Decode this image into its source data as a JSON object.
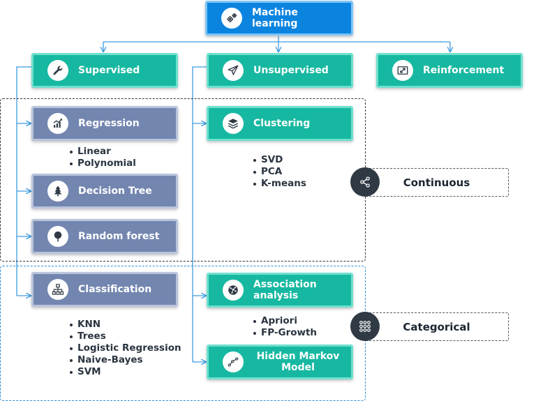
{
  "root": {
    "label": "Machine learning",
    "icon": "gears-icon"
  },
  "categories": {
    "supervised": {
      "label": "Supervised",
      "icon": "wrench-icon"
    },
    "unsupervised": {
      "label": "Unsupervised",
      "icon": "paper-plane-icon"
    },
    "reinforcement": {
      "label": "Reinforcement",
      "icon": "resize-arrows-icon"
    }
  },
  "supervised": {
    "regression": {
      "label": "Regression",
      "icon": "growth-chart-icon",
      "items": [
        "Linear",
        "Polynomial"
      ]
    },
    "decision_tree": {
      "label": "Decision Tree",
      "icon": "pine-tree-icon"
    },
    "random_forest": {
      "label": "Random forest",
      "icon": "round-tree-icon"
    },
    "classification": {
      "label": "Classification",
      "icon": "hierarchy-icon",
      "items": [
        "KNN",
        "Trees",
        "Logistic Regression",
        "Naive-Bayes",
        "SVM"
      ]
    }
  },
  "unsupervised": {
    "clustering": {
      "label": "Clustering",
      "icon": "layers-icon",
      "items": [
        "SVD",
        "PCA",
        "K-means"
      ]
    },
    "association": {
      "label": "Association analysis",
      "icon": "globe-network-icon",
      "items": [
        "Apriori",
        "FP-Growth"
      ]
    },
    "hmm": {
      "label": "Hidden Markov Model",
      "icon": "path-nodes-icon"
    }
  },
  "tags": {
    "continuous": {
      "label": "Continuous",
      "icon": "share-icon"
    },
    "categorical": {
      "label": "Categorical",
      "icon": "dot-grid-icon"
    }
  },
  "colors": {
    "teal": "#17b8a1",
    "blue": "#0b84e0",
    "slate": "#7386b0",
    "connector": "#3a9be0",
    "dark": "#2f3a45"
  }
}
